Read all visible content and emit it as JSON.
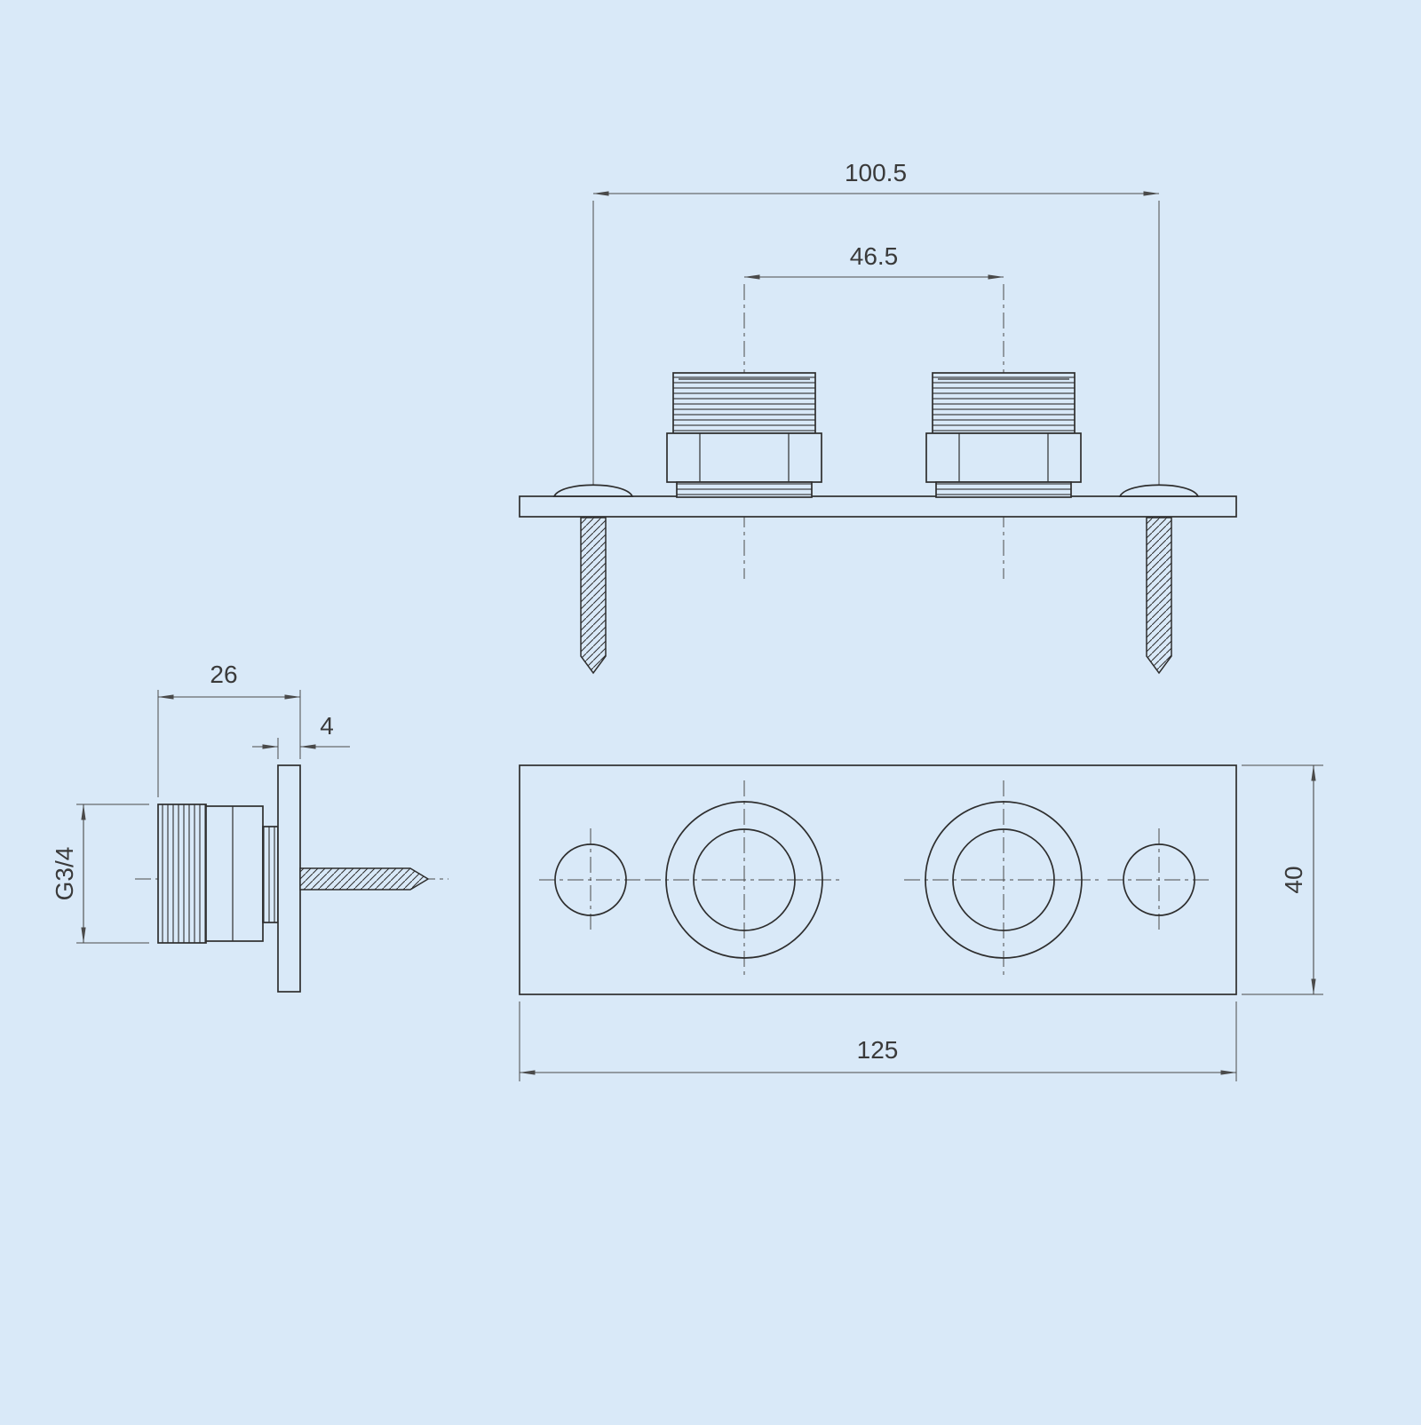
{
  "page": {
    "colors": {
      "background": "#d9e9f8",
      "object_line": "#2e2e2e",
      "dimension_line": "#4a4a4a",
      "text": "#3a3a3a"
    }
  },
  "front_view": {
    "dim_screw_centers": "100.5",
    "dim_outlet_centers": "46.5"
  },
  "side_view": {
    "dim_body_depth": "26",
    "dim_plate_thickness": "4",
    "thread_size": "G3/4"
  },
  "plan_view": {
    "dim_plate_height": "40",
    "dim_plate_length": "125"
  }
}
